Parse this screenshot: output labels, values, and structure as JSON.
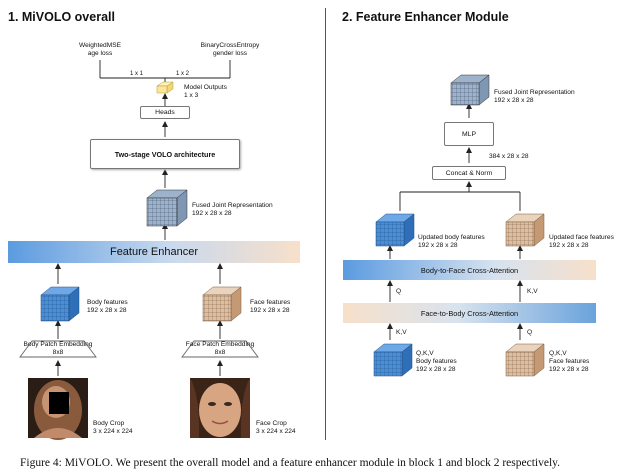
{
  "left": {
    "title": "1. MiVOLO overall",
    "age_loss": [
      "WeightedMSE",
      "age loss"
    ],
    "gender_loss": [
      "BinaryCrossEntropy",
      "gender loss"
    ],
    "age_dim": "1 x 1",
    "gender_dim": "1 x 2",
    "model_outputs": [
      "Model Outputs",
      "1 x 3"
    ],
    "heads": "Heads",
    "volo": "Two-stage VOLO architecture",
    "fused": [
      "Fused Joint Representation",
      "192 x 28 x 28"
    ],
    "feature_enhancer": "Feature Enhancer",
    "body_features": [
      "Body features",
      "192 x 28 x 28"
    ],
    "face_features": [
      "Face features",
      "192 x 28 x 28"
    ],
    "body_patch": [
      "Body Patch Embedding",
      "8x8"
    ],
    "face_patch": [
      "Face Patch Embedding",
      "8x8"
    ],
    "body_crop": [
      "Body Crop",
      "3 x 224 x 224"
    ],
    "face_crop": [
      "Face Crop",
      "3 x 224 x 224"
    ]
  },
  "right": {
    "title": "2. Feature Enhancer Module",
    "fused": [
      "Fused Joint Representation",
      "192 x 28 x 28"
    ],
    "mlp": "MLP",
    "mlp_dim": "384 x 28 x 28",
    "concat": "Concat & Norm",
    "updated_body": [
      "Updated body features",
      "192 x 28 x 28"
    ],
    "updated_face": [
      "Updated face features",
      "192 x 28 x 28"
    ],
    "b2f": "Body-to-Face Cross-Attention",
    "f2b": "Face-to-Body Cross-Attention",
    "q_left": "Q",
    "kv_right": "K,V",
    "kv_left": "K,V",
    "q_right": "Q",
    "qkv_left": "Q,K,V",
    "qkv_right": "Q,K,V",
    "body_features": [
      "Body features",
      "192 x 28 x 28"
    ],
    "face_features": [
      "Face features",
      "192 x 28 x 28"
    ]
  },
  "caption": "Figure 4: MiVOLO. We present the overall model and a feature enhancer module in block 1 and block 2 respectively.",
  "colors": {
    "blue": "#4a8fd6",
    "tan": "#d9b99b",
    "band_blue": "#6aa3dc",
    "band_peach": "#f6dcc6"
  }
}
